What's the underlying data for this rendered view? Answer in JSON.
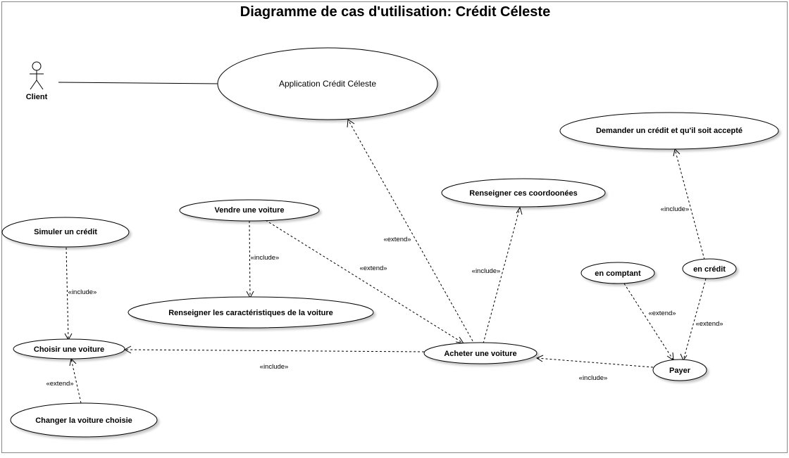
{
  "diagram": {
    "title": "Diagramme de cas d'utilisation: Crédit Céleste",
    "actor": {
      "name": "Client"
    },
    "use_cases": {
      "app": "Application Crédit Céleste",
      "demander": "Demander un crédit et qu'il soit accepté",
      "renseigner_coord": "Renseigner ces coordoonées",
      "vendre": "Vendre une voiture",
      "simuler": "Simuler un crédit",
      "renseigner_carac": "Renseigner les caractéristiques de la voiture",
      "choisir": "Choisir une voiture",
      "acheter": "Acheter une voiture",
      "changer": "Changer la voiture choisie",
      "comptant": "en comptant",
      "credit": "en crédit",
      "payer": "Payer"
    },
    "relations": {
      "acheter_app": "«extend»",
      "vendre_acheter": "«extend»",
      "vendre_carac": "«include»",
      "acheter_coord": "«include»",
      "simuler_choisir": "«include»",
      "acheter_choisir": "«include»",
      "changer_choisir": "«extend»",
      "credit_demander": "«include»",
      "comptant_payer": "«extend»",
      "credit_payer": "«extend»",
      "payer_acheter": "«include»"
    }
  }
}
